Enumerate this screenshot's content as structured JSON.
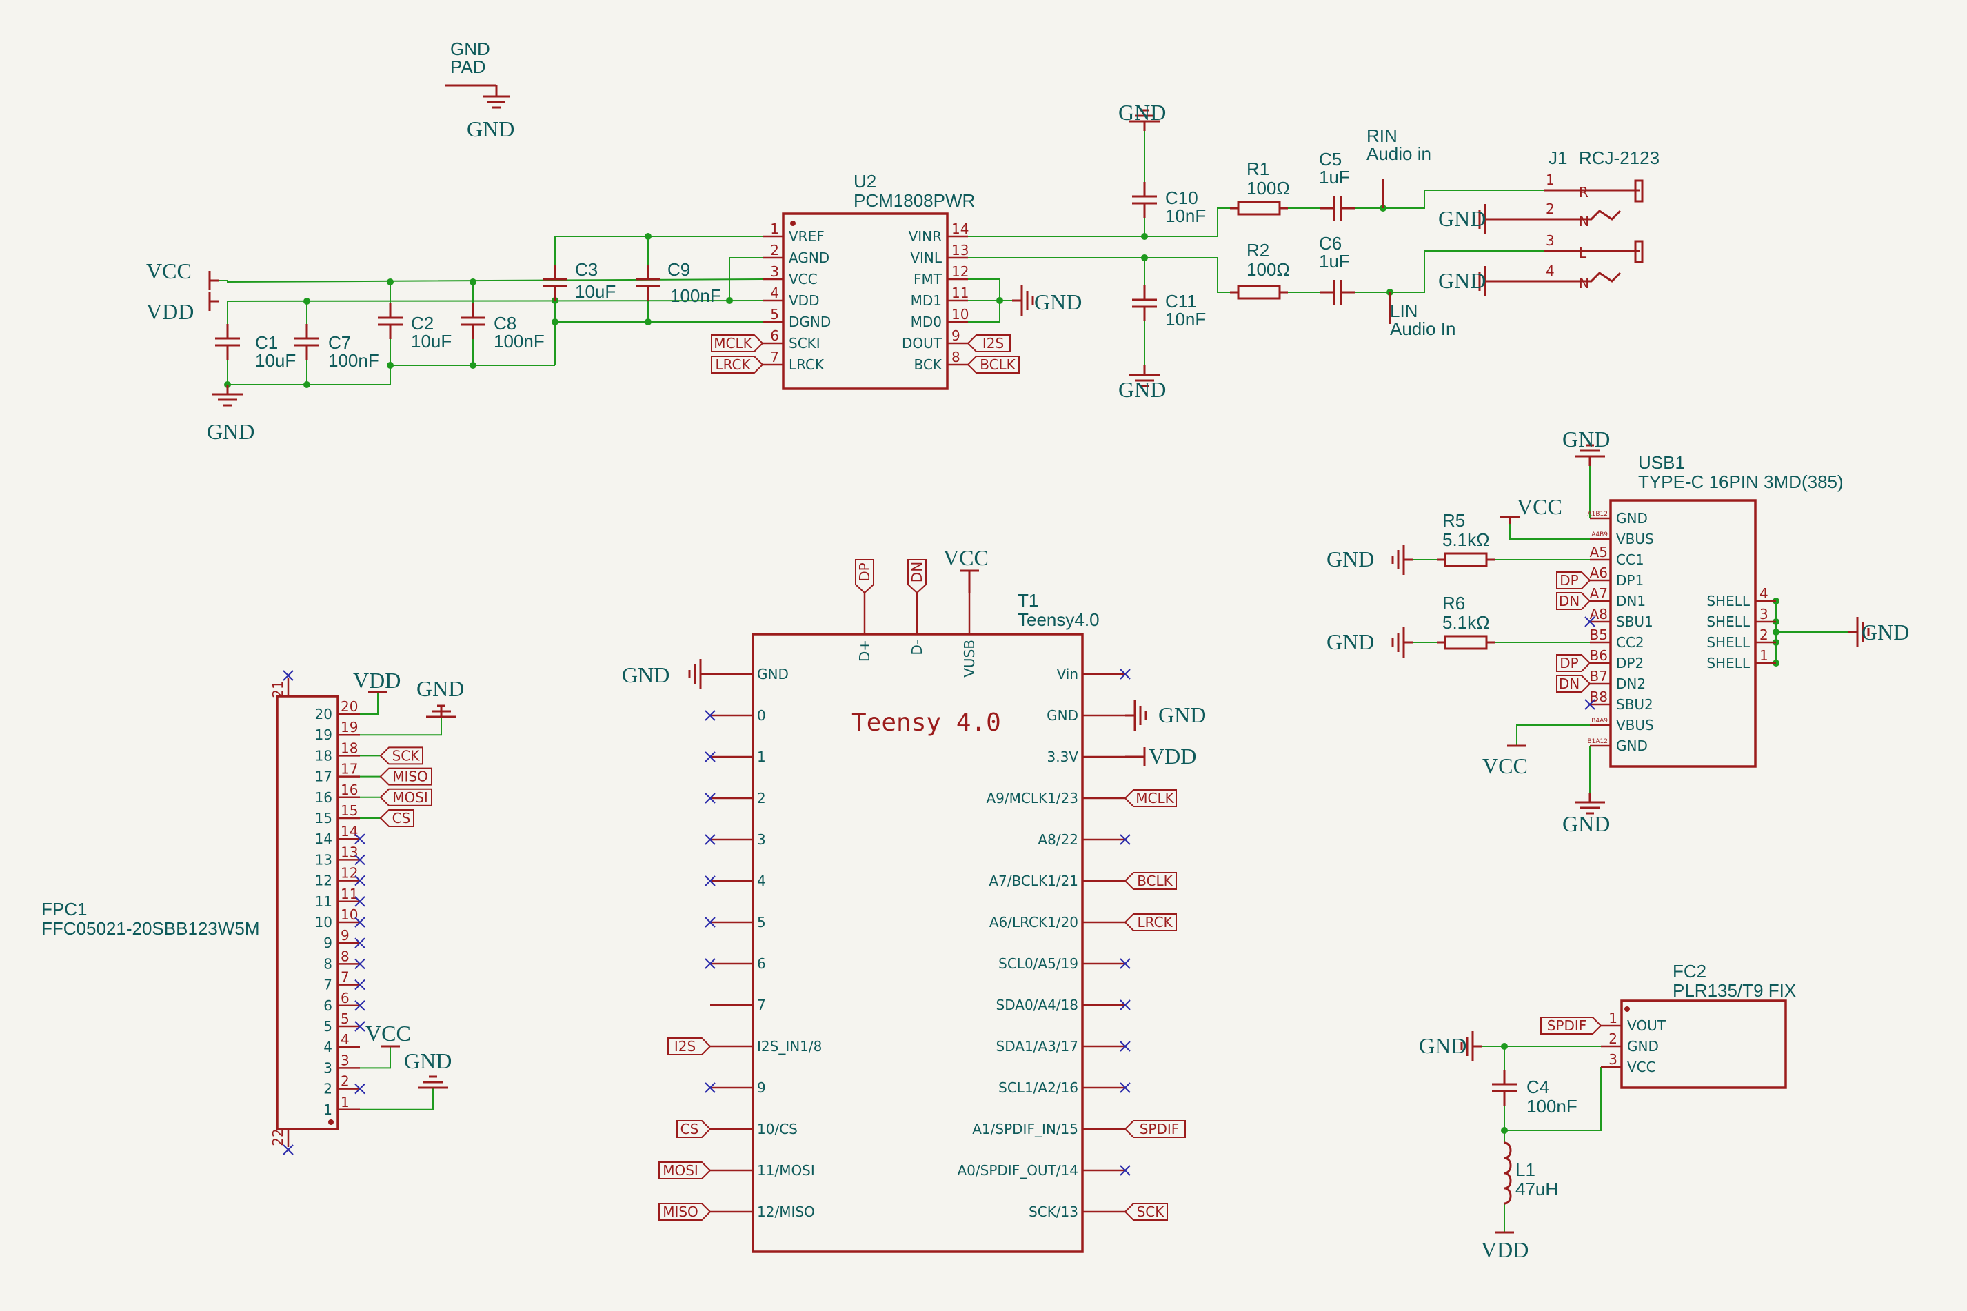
{
  "colors": {
    "background": "#f5f4ef",
    "wire": "#1e9a1e",
    "symbol": "#9b1c1c",
    "text": "#0e5a5a",
    "no_connect": "#2a2aaa"
  },
  "power": {
    "gnd": "GND",
    "vcc": "VCC",
    "vdd": "VDD"
  },
  "pad": {
    "line1": "GND",
    "line2": "PAD"
  },
  "u2": {
    "ref": "U2",
    "value": "PCM1808PWR",
    "left_pins": [
      {
        "num": "1",
        "name": "VREF"
      },
      {
        "num": "2",
        "name": "AGND"
      },
      {
        "num": "3",
        "name": "VCC"
      },
      {
        "num": "4",
        "name": "VDD"
      },
      {
        "num": "5",
        "name": "DGND"
      },
      {
        "num": "6",
        "name": "SCKI"
      },
      {
        "num": "7",
        "name": "LRCK"
      }
    ],
    "right_pins": [
      {
        "num": "14",
        "name": "VINR"
      },
      {
        "num": "13",
        "name": "VINL"
      },
      {
        "num": "12",
        "name": "FMT"
      },
      {
        "num": "11",
        "name": "MD1"
      },
      {
        "num": "10",
        "name": "MD0"
      },
      {
        "num": "9",
        "name": "DOUT"
      },
      {
        "num": "8",
        "name": "BCK"
      }
    ]
  },
  "caps": {
    "c1": {
      "ref": "C1",
      "value": "10uF"
    },
    "c7": {
      "ref": "C7",
      "value": "100nF"
    },
    "c2": {
      "ref": "C2",
      "value": "10uF"
    },
    "c8": {
      "ref": "C8",
      "value": "100nF"
    },
    "c3": {
      "ref": "C3",
      "value": "10uF"
    },
    "c9": {
      "ref": "C9",
      "value": "100nF"
    },
    "c10": {
      "ref": "C10",
      "value": "10nF"
    },
    "c11": {
      "ref": "C11",
      "value": "10nF"
    },
    "c5": {
      "ref": "C5",
      "value": "1uF"
    },
    "c6": {
      "ref": "C6",
      "value": "1uF"
    },
    "c4": {
      "ref": "C4",
      "value": "100nF"
    }
  },
  "res": {
    "r1": {
      "ref": "R1",
      "value": "100Ω"
    },
    "r2": {
      "ref": "R2",
      "value": "100Ω"
    },
    "r5": {
      "ref": "R5",
      "value": "5.1kΩ"
    },
    "r6": {
      "ref": "R6",
      "value": "5.1kΩ"
    }
  },
  "rin": {
    "name": "RIN",
    "desc": "Audio in"
  },
  "lin": {
    "name": "LIN",
    "desc": "Audio In"
  },
  "j1": {
    "ref": "J1",
    "value": "RCJ-2123",
    "pins": [
      {
        "num": "1",
        "name": "R"
      },
      {
        "num": "2",
        "name": "N"
      },
      {
        "num": "3",
        "name": "L"
      },
      {
        "num": "4",
        "name": "N"
      }
    ]
  },
  "usb1": {
    "ref": "USB1",
    "value": "TYPE-C 16PIN 3MD(385)",
    "left_pins": [
      {
        "num": "A1B12",
        "name": "GND"
      },
      {
        "num": "A4B9",
        "name": "VBUS"
      },
      {
        "num": "A5",
        "name": "CC1"
      },
      {
        "num": "A6",
        "name": "DP1"
      },
      {
        "num": "A7",
        "name": "DN1"
      },
      {
        "num": "A8",
        "name": "SBU1"
      },
      {
        "num": "B5",
        "name": "CC2"
      },
      {
        "num": "B6",
        "name": "DP2"
      },
      {
        "num": "B7",
        "name": "DN2"
      },
      {
        "num": "B8",
        "name": "SBU2"
      },
      {
        "num": "B4A9",
        "name": "VBUS"
      },
      {
        "num": "B1A12",
        "name": "GND"
      }
    ],
    "right_pins": [
      {
        "num": "4",
        "name": "SHELL"
      },
      {
        "num": "3",
        "name": "SHELL"
      },
      {
        "num": "2",
        "name": "SHELL"
      },
      {
        "num": "1",
        "name": "SHELL"
      }
    ]
  },
  "t1": {
    "ref": "T1",
    "value": "Teensy4.0",
    "title": "Teensy 4.0",
    "top_pins": [
      {
        "name": "D+",
        "net": "DP"
      },
      {
        "name": "D-",
        "net": "DN"
      },
      {
        "name": "VUSB"
      }
    ],
    "left_pins": [
      "GND",
      "0",
      "1",
      "2",
      "3",
      "4",
      "5",
      "6",
      "7",
      "I2S_IN1/8",
      "9",
      "10/CS",
      "11/MOSI",
      "12/MISO"
    ],
    "right_pins": [
      "Vin",
      "GND",
      "3.3V",
      "A9/MCLK1/23",
      "A8/22",
      "A7/BCLK1/21",
      "A6/LRCK1/20",
      "SCL0/A5/19",
      "SDA0/A4/18",
      "SDA1/A3/17",
      "SCL1/A2/16",
      "A1/SPDIF_IN/15",
      "A0/SPDIF_OUT/14",
      "SCK/13"
    ]
  },
  "fpc1": {
    "ref": "FPC1",
    "value": "FFC05021-20SBB123W5M",
    "pin_numbers": [
      "20",
      "19",
      "18",
      "17",
      "16",
      "15",
      "14",
      "13",
      "12",
      "11",
      "10",
      "9",
      "8",
      "7",
      "6",
      "5",
      "4",
      "3",
      "2",
      "1"
    ],
    "mount_top": "21",
    "mount_bottom": "22"
  },
  "fc2": {
    "ref": "FC2",
    "value": "PLR135/T9 FIX",
    "pins": [
      {
        "num": "1",
        "name": "VOUT"
      },
      {
        "num": "2",
        "name": "GND"
      },
      {
        "num": "3",
        "name": "VCC"
      }
    ]
  },
  "l1": {
    "ref": "L1",
    "value": "47uH"
  },
  "labels": {
    "mclk": "MCLK",
    "lrck": "LRCK",
    "i2s": "I2S",
    "bclk": "BCLK",
    "dp": "DP",
    "dn": "DN",
    "sck": "SCK",
    "miso": "MISO",
    "mosi": "MOSI",
    "cs": "CS",
    "spdif": "SPDIF"
  }
}
